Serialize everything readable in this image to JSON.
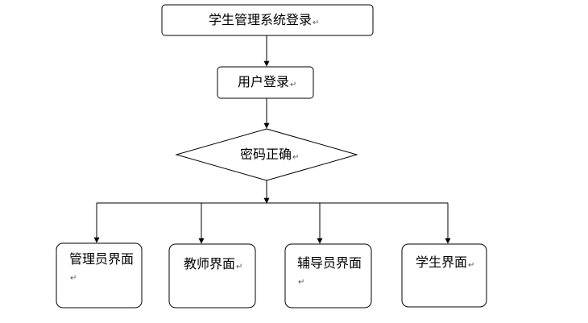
{
  "nodes": {
    "title": "学生管理系统登录",
    "user_login": "用户登录",
    "password_check": "密码正确",
    "admin": "管理员界面",
    "teacher": "教师界面",
    "counselor": "辅导员界面",
    "student": "学生界面"
  },
  "return_mark": "↵"
}
